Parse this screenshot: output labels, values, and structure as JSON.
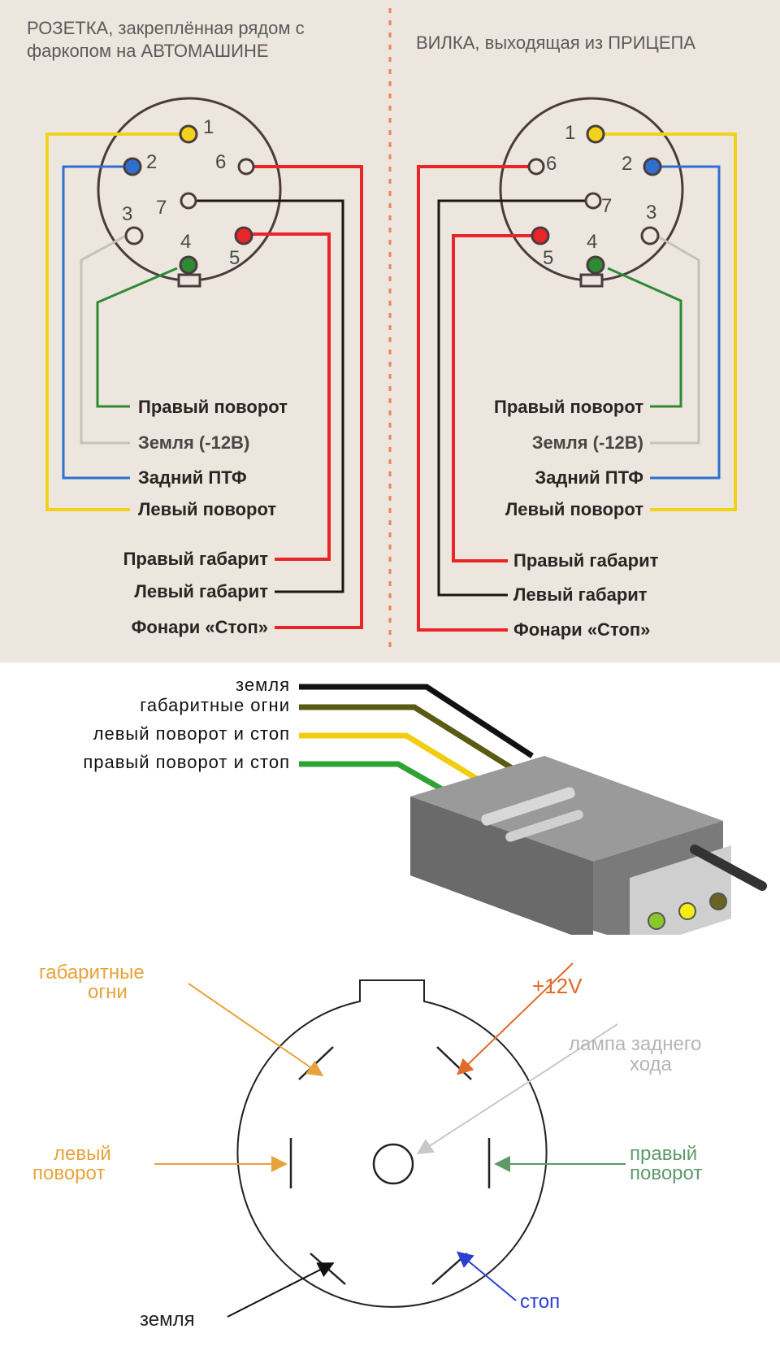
{
  "header": {
    "left_line1": "РОЗЕТКА, закреплённая рядом с",
    "left_line2": "фаркопом на АВТОМАШИНЕ",
    "right_line1": "ВИЛКА, выходящая из ПРИЦЕПА"
  },
  "pins": [
    "1",
    "2",
    "3",
    "4",
    "5",
    "6",
    "7"
  ],
  "wires_left": [
    "Правый поворот",
    "Земля (-12В)",
    "Задний ПТФ",
    "Левый поворот",
    "Правый габарит",
    "Левый габарит",
    "Фонари «Стоп»"
  ],
  "wires_right": [
    "Правый поворот",
    "Земля (-12В)",
    "Задний ПТФ",
    "Левый поворот",
    "Правый габарит",
    "Левый габарит",
    "Фонари «Стоп»"
  ],
  "connector4": [
    "земля",
    "габаритные огни",
    "левый поворот и стоп",
    "правый поворот и стоп"
  ],
  "socket_diagram": {
    "parking_lights_l1": "габаритные",
    "parking_lights_l2": "огни",
    "plus12": "+12V",
    "reverse_l1": "лампа заднего",
    "reverse_l2": "хода",
    "left_turn_l1": "левый",
    "left_turn_l2": "поворот",
    "right_turn_l1": "правый",
    "right_turn_l2": "поворот",
    "ground": "земля",
    "stop": "стоп"
  },
  "colors": {
    "yellow": "#f2d21a",
    "blue": "#2f6fd0",
    "gray": "#c9c1b8",
    "green": "#2e8a35",
    "red": "#e8262a",
    "black": "#1a1414",
    "olive": "#5a5a12",
    "orange_label": "#e8a23a",
    "orange_plus": "#e06a2a",
    "light_gray_label": "#b5b5b5",
    "green_label": "#5e9a6c",
    "blue_label": "#2a3fd0"
  }
}
